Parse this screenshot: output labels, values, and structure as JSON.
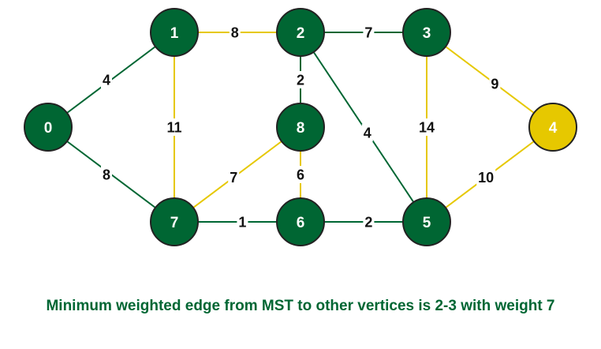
{
  "colors": {
    "mst": "#006633",
    "candidate": "#e6c800",
    "label_halo": "#ffffff",
    "caption": "#006633"
  },
  "nodes": [
    {
      "id": "0",
      "label": "0",
      "state": "mst"
    },
    {
      "id": "1",
      "label": "1",
      "state": "mst"
    },
    {
      "id": "2",
      "label": "2",
      "state": "mst"
    },
    {
      "id": "3",
      "label": "3",
      "state": "mst"
    },
    {
      "id": "4",
      "label": "4",
      "state": "candidate"
    },
    {
      "id": "5",
      "label": "5",
      "state": "mst"
    },
    {
      "id": "6",
      "label": "6",
      "state": "mst"
    },
    {
      "id": "7",
      "label": "7",
      "state": "mst"
    },
    {
      "id": "8",
      "label": "8",
      "state": "mst"
    }
  ],
  "edges": [
    {
      "from": "0",
      "to": "1",
      "weight": "4",
      "state": "mst"
    },
    {
      "from": "0",
      "to": "7",
      "weight": "8",
      "state": "mst"
    },
    {
      "from": "1",
      "to": "2",
      "weight": "8",
      "state": "candidate"
    },
    {
      "from": "1",
      "to": "7",
      "weight": "11",
      "state": "candidate"
    },
    {
      "from": "2",
      "to": "3",
      "weight": "7",
      "state": "mst"
    },
    {
      "from": "2",
      "to": "8",
      "weight": "2",
      "state": "mst"
    },
    {
      "from": "2",
      "to": "5",
      "weight": "4",
      "state": "mst"
    },
    {
      "from": "3",
      "to": "4",
      "weight": "9",
      "state": "candidate"
    },
    {
      "from": "3",
      "to": "5",
      "weight": "14",
      "state": "candidate"
    },
    {
      "from": "4",
      "to": "5",
      "weight": "10",
      "state": "candidate"
    },
    {
      "from": "7",
      "to": "8",
      "weight": "7",
      "state": "candidate"
    },
    {
      "from": "7",
      "to": "6",
      "weight": "1",
      "state": "mst"
    },
    {
      "from": "8",
      "to": "6",
      "weight": "6",
      "state": "candidate"
    },
    {
      "from": "6",
      "to": "5",
      "weight": "2",
      "state": "mst"
    }
  ],
  "caption": "Minimum weighted edge from MST to other vertices is 2-3 with weight 7"
}
